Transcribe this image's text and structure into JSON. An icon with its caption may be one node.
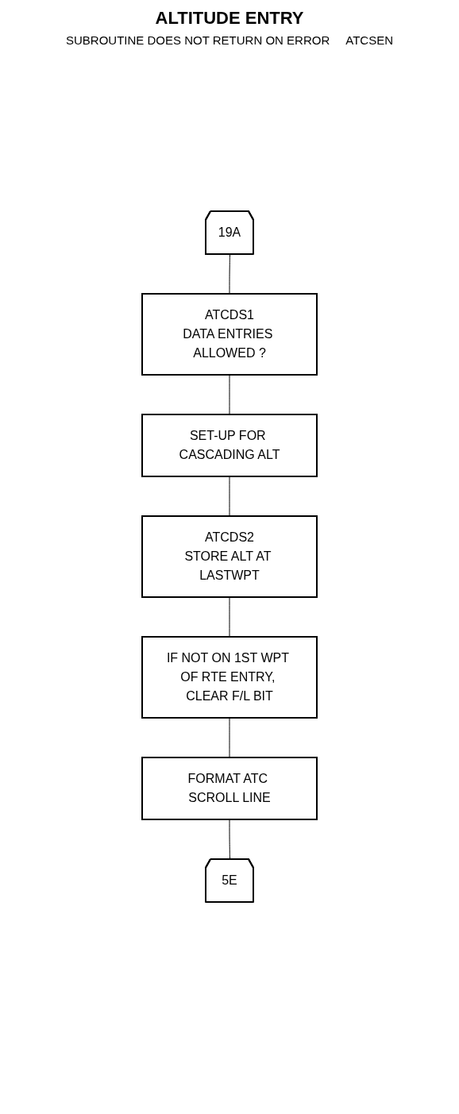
{
  "diagram": {
    "title": "ALTITUDE ENTRY",
    "nodes": [
      {
        "text": [
          "19A"
        ]
      },
      {
        "text": [
          "ATCDS1",
          "DATA ENTRIES ALLOWED ?"
        ]
      },
      {
        "text": [
          "SET-UP FOR CASCADING ALT"
        ]
      },
      {
        "text": [
          "ATCDS2",
          "STORE ALT AT LASTWPT"
        ]
      },
      {
        "text": [
          "IF NOT ON 1ST WPT OF RTE ENTRY, CLEAR F/L BIT"
        ]
      },
      {
        "text": [
          "FORMAT ATC SCROLL LINE"
        ]
      },
      {
        "text": [
          "5E"
        ]
      }
    ],
    "edges": [
      {
        "from": 0,
        "to": 1,
        "arrow": "none"
      },
      {
        "from": 1,
        "to": 2,
        "arrow": "none"
      },
      {
        "from": 2,
        "to": 3,
        "arrow": "none"
      },
      {
        "from": 3,
        "to": 4,
        "arrow": "none"
      },
      {
        "from": 4,
        "to": 5,
        "arrow": "none"
      },
      {
        "from": 5,
        "to": 6,
        "arrow": "none"
      }
    ],
    "labels": [
      "SUBROUTINE DOES NOT RETURN ON ERROR",
      "ATCSEN"
    ]
  }
}
